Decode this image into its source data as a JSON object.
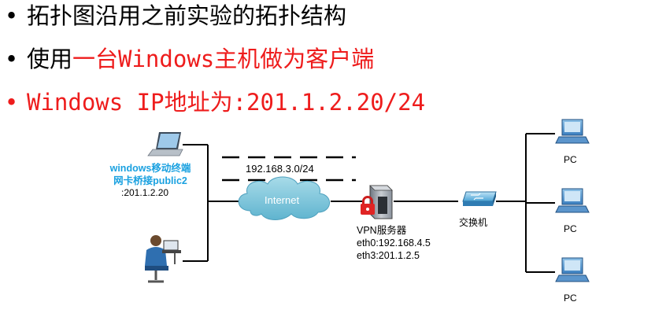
{
  "bullets": [
    {
      "dot": "•",
      "text": "拓扑图沿用之前实验的拓扑结构"
    },
    {
      "dot": "•",
      "text_a": "使用",
      "text_b": "一台Windows主机做为客户端"
    },
    {
      "dot": "•",
      "text": "Windows IP地址为:201.1.2.20/24"
    }
  ],
  "diagram": {
    "client": {
      "title_line1": "windows移动终端",
      "title_line2": "网卡桥接public2",
      "ip": ":201.1.2.20"
    },
    "subnet": "192.168.3.0/24",
    "internet": "Internet",
    "vpn_server": {
      "name": "VPN服务器",
      "eth0": "eth0:192.168.4.5",
      "eth3": "eth3:201.1.2.5"
    },
    "switch": "交换机",
    "pcs": [
      "PC",
      "PC",
      "PC"
    ]
  },
  "colors": {
    "accent_red": "#ee1c1c",
    "client_blue": "#1aa1e0",
    "cloud_blue": "#7fc6dc"
  }
}
